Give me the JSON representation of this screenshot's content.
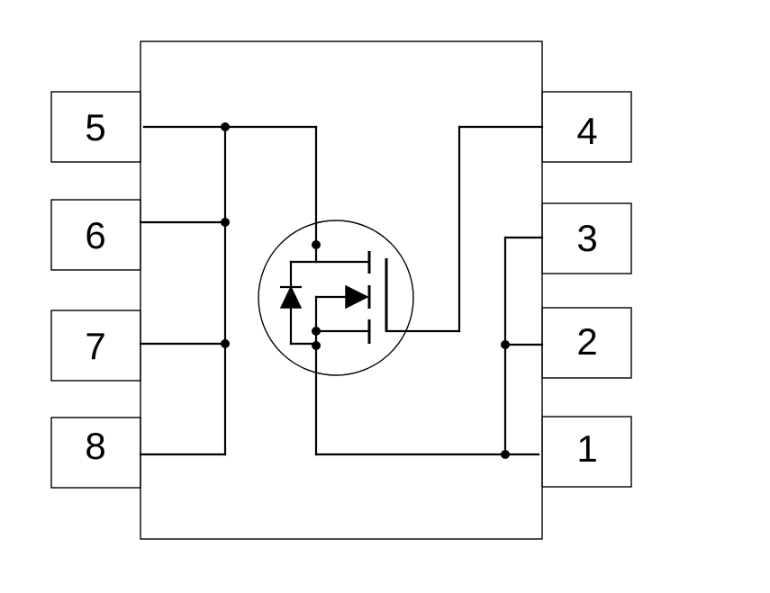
{
  "colors": {
    "stroke": "#000000",
    "background": "#ffffff"
  },
  "pins": {
    "p1": "1",
    "p2": "2",
    "p3": "3",
    "p4": "4",
    "p5": "5",
    "p6": "6",
    "p7": "7",
    "p8": "8"
  }
}
